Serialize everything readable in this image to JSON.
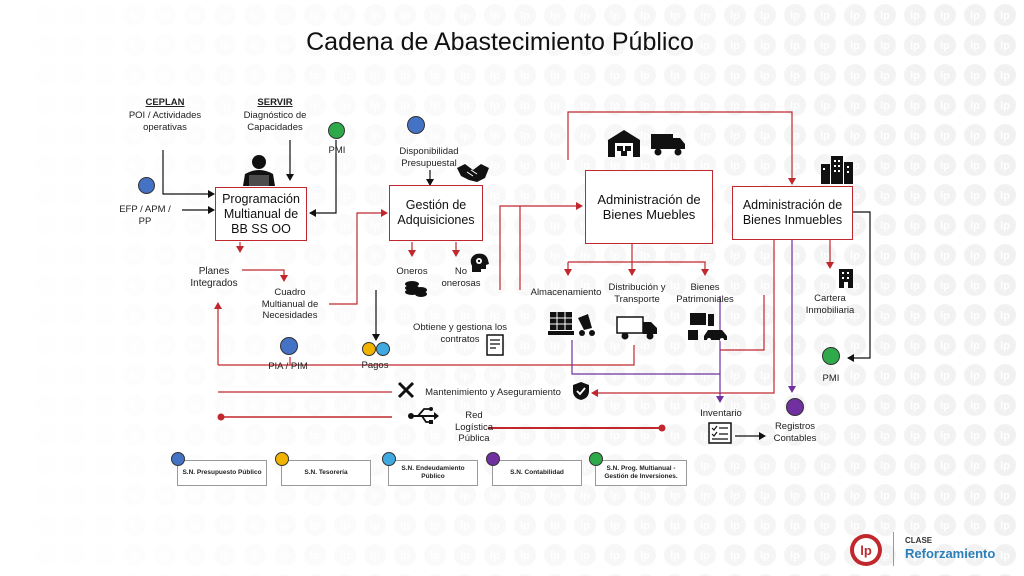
{
  "title": "Cadena de Abastecimiento Público",
  "ceplan": {
    "title": "CEPLAN",
    "text": "POI / Actividades operativas"
  },
  "servir": {
    "title": "SERVIR",
    "text": "Diagnóstico de Capacidades"
  },
  "pmi_top": "PMI",
  "efp": "EFP / APM / PP",
  "disponibilidad": "Disponibilidad Presupuestal",
  "boxes": {
    "programacion": "Programación Multianual de BB SS OO",
    "gestion": "Gestión de Adquisiciones",
    "muebles": "Administración de Bienes Muebles",
    "inmuebles": "Administración de Bienes Inmuebles"
  },
  "planes": "Planes Integrados",
  "cuadro": "Cuadro Multianual de Necesidades",
  "onerosas": {
    "oneros": "Oneros",
    "no": "No onerosas"
  },
  "obtiene": "Obtiene y gestiona los contratos",
  "pia": "PIA / PIM",
  "pagos": "Pagos",
  "almacenamiento": "Almacenamiento",
  "distribucion": "Distribución y Transporte",
  "bienes_patrimoniales": "Bienes Patrimoniales",
  "cartera": "Cartera Inmobiliaria",
  "pmi_right": "PMI",
  "mantenimiento": "Mantenimiento y Aseguramiento",
  "red": "Red Logística Pública",
  "inventario": "Inventario",
  "registros": "Registros Contables",
  "legend": [
    {
      "label": "S.N. Presupuesto Público",
      "color": "#4472c4"
    },
    {
      "label": "S.N. Tesorería",
      "color": "#f0b400"
    },
    {
      "label": "S.N. Endeudamiento Público",
      "color": "#3fa9e0"
    },
    {
      "label": "S.N. Contabilidad",
      "color": "#7030a0"
    },
    {
      "label": "S.N. Prog. Multianual - Gestión de Inversiones.",
      "color": "#2eaa4a"
    }
  ],
  "logo": {
    "monogram": "lp",
    "line1": "CLASE",
    "line2": "Reforzamiento"
  },
  "colors": {
    "red": "#c0282d",
    "blue": "#4472c4",
    "green": "#2eaa4a",
    "purple": "#7030a0",
    "yellow": "#f0b400",
    "lightblue": "#3fa9e0"
  },
  "icons": [
    "person-icon",
    "handshake-icon",
    "warehouse-icon",
    "truck-icon",
    "buildings-icon",
    "coins-icon",
    "head-gears-icon",
    "pallet-icon",
    "computer-icon",
    "contract-icon",
    "tools-icon",
    "shield-icon",
    "usb-icon",
    "checklist-icon",
    "building-icon"
  ]
}
